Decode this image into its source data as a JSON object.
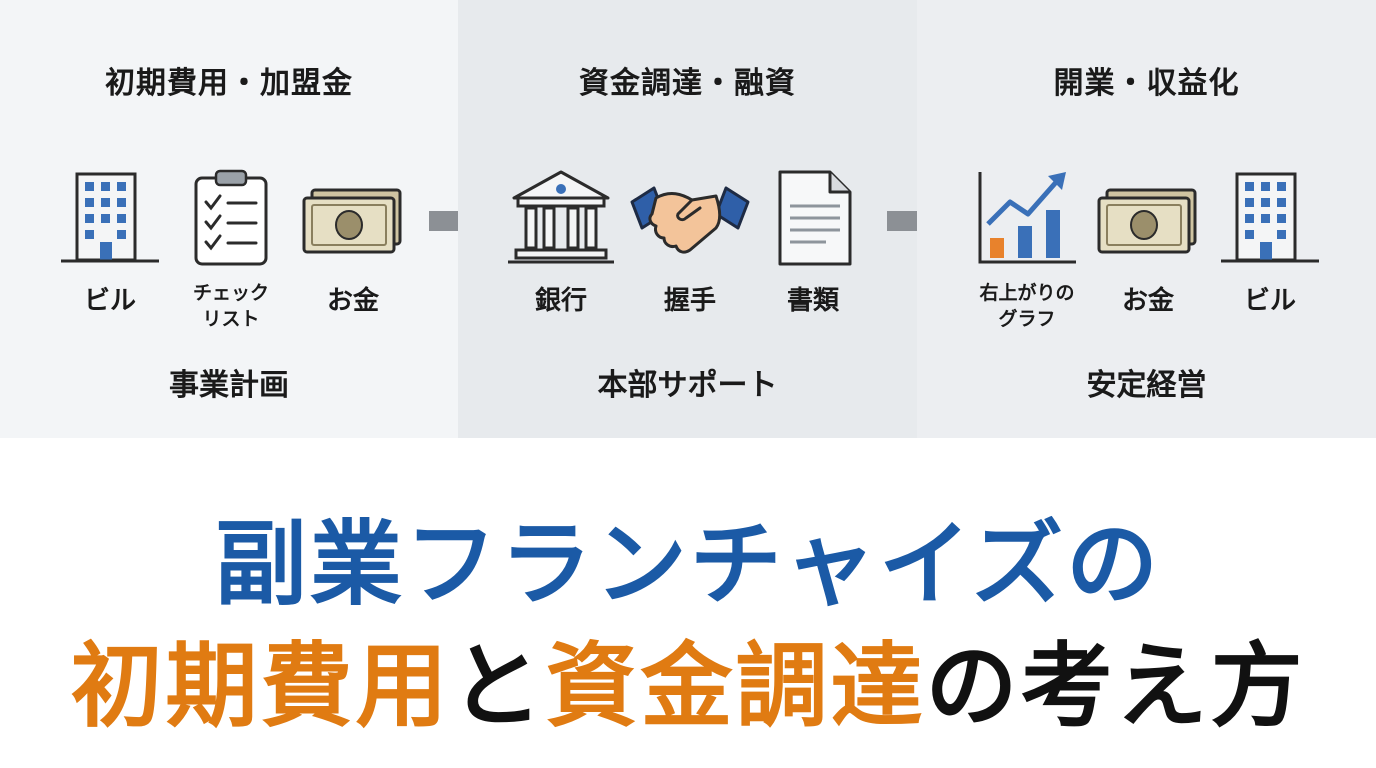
{
  "panels": [
    {
      "title": "初期費用・加盟金",
      "footer": "事業計画",
      "items": [
        {
          "icon": "building-icon",
          "label": "ビル"
        },
        {
          "icon": "clipboard-checklist-icon",
          "label_line1": "チェック",
          "label_line2": "リスト"
        },
        {
          "icon": "money-icon",
          "label": "お金"
        }
      ]
    },
    {
      "title": "資金調達・融資",
      "footer": "本部サポート",
      "items": [
        {
          "icon": "bank-icon",
          "label": "銀行"
        },
        {
          "icon": "handshake-icon",
          "label": "握手"
        },
        {
          "icon": "document-icon",
          "label": "書類"
        }
      ]
    },
    {
      "title": "開業・収益化",
      "footer": "安定経営",
      "items": [
        {
          "icon": "growth-chart-icon",
          "label_line1": "右上がりの",
          "label_line2": "グラフ"
        },
        {
          "icon": "money-icon",
          "label": "お金"
        },
        {
          "icon": "building-icon",
          "label": "ビル"
        }
      ]
    }
  ],
  "headline": {
    "line1": "副業フランチャイズの",
    "line2_part1": "初期費用",
    "line2_part2": "と",
    "line2_part3": "資金調達",
    "line2_part4": "の考え方"
  },
  "colors": {
    "accent_blue": "#1b5aa6",
    "accent_orange": "#e07b12",
    "icon_blue": "#3a70b8",
    "arrow_gray": "#8c9095"
  }
}
